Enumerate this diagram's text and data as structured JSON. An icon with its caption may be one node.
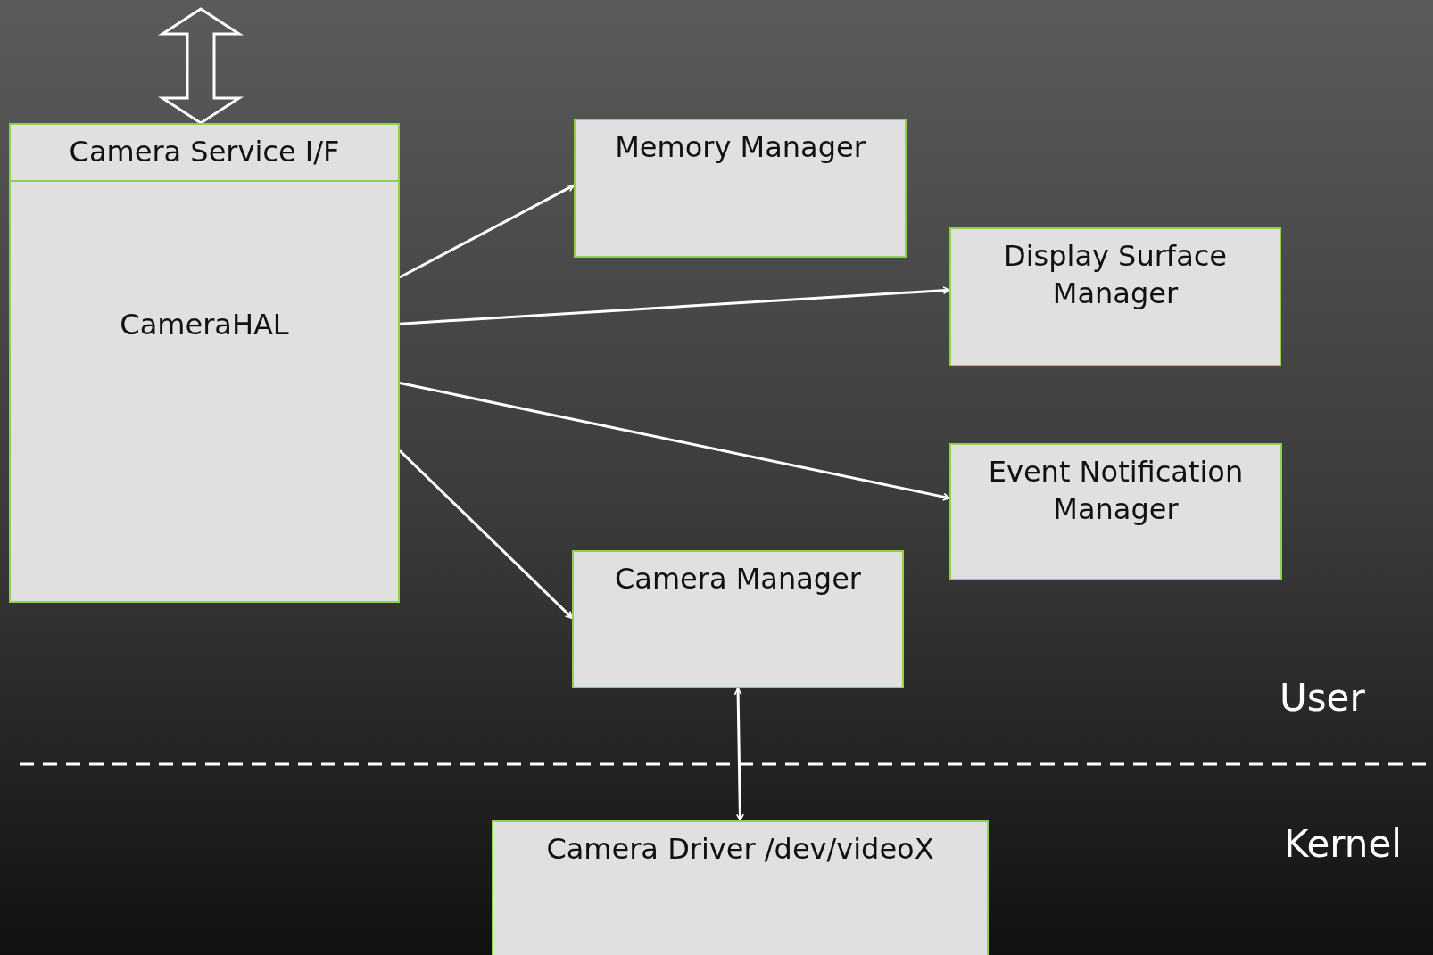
{
  "diagram": {
    "nodes": [
      {
        "text": [
          "Camera Service I/F"
        ]
      },
      {
        "text": [
          "CameraHAL"
        ]
      },
      {
        "text": [
          "Memory Manager"
        ]
      },
      {
        "text": [
          "Display Surface Manager"
        ]
      },
      {
        "text": [
          "Event Notification Manager"
        ]
      },
      {
        "text": [
          "Camera Manager"
        ]
      },
      {
        "text": [
          "Camera Driver /dev/videoX"
        ]
      }
    ],
    "edges": [
      {
        "from": null,
        "to": 0,
        "arrow": "both"
      },
      {
        "from": 1,
        "to": 2,
        "arrow": "to"
      },
      {
        "from": 1,
        "to": 3,
        "arrow": "to"
      },
      {
        "from": 1,
        "to": 4,
        "arrow": "to"
      },
      {
        "from": 1,
        "to": 5,
        "arrow": "to"
      },
      {
        "from": 5,
        "to": 6,
        "arrow": "both"
      }
    ],
    "labels": [
      "User",
      "Kernel"
    ]
  }
}
